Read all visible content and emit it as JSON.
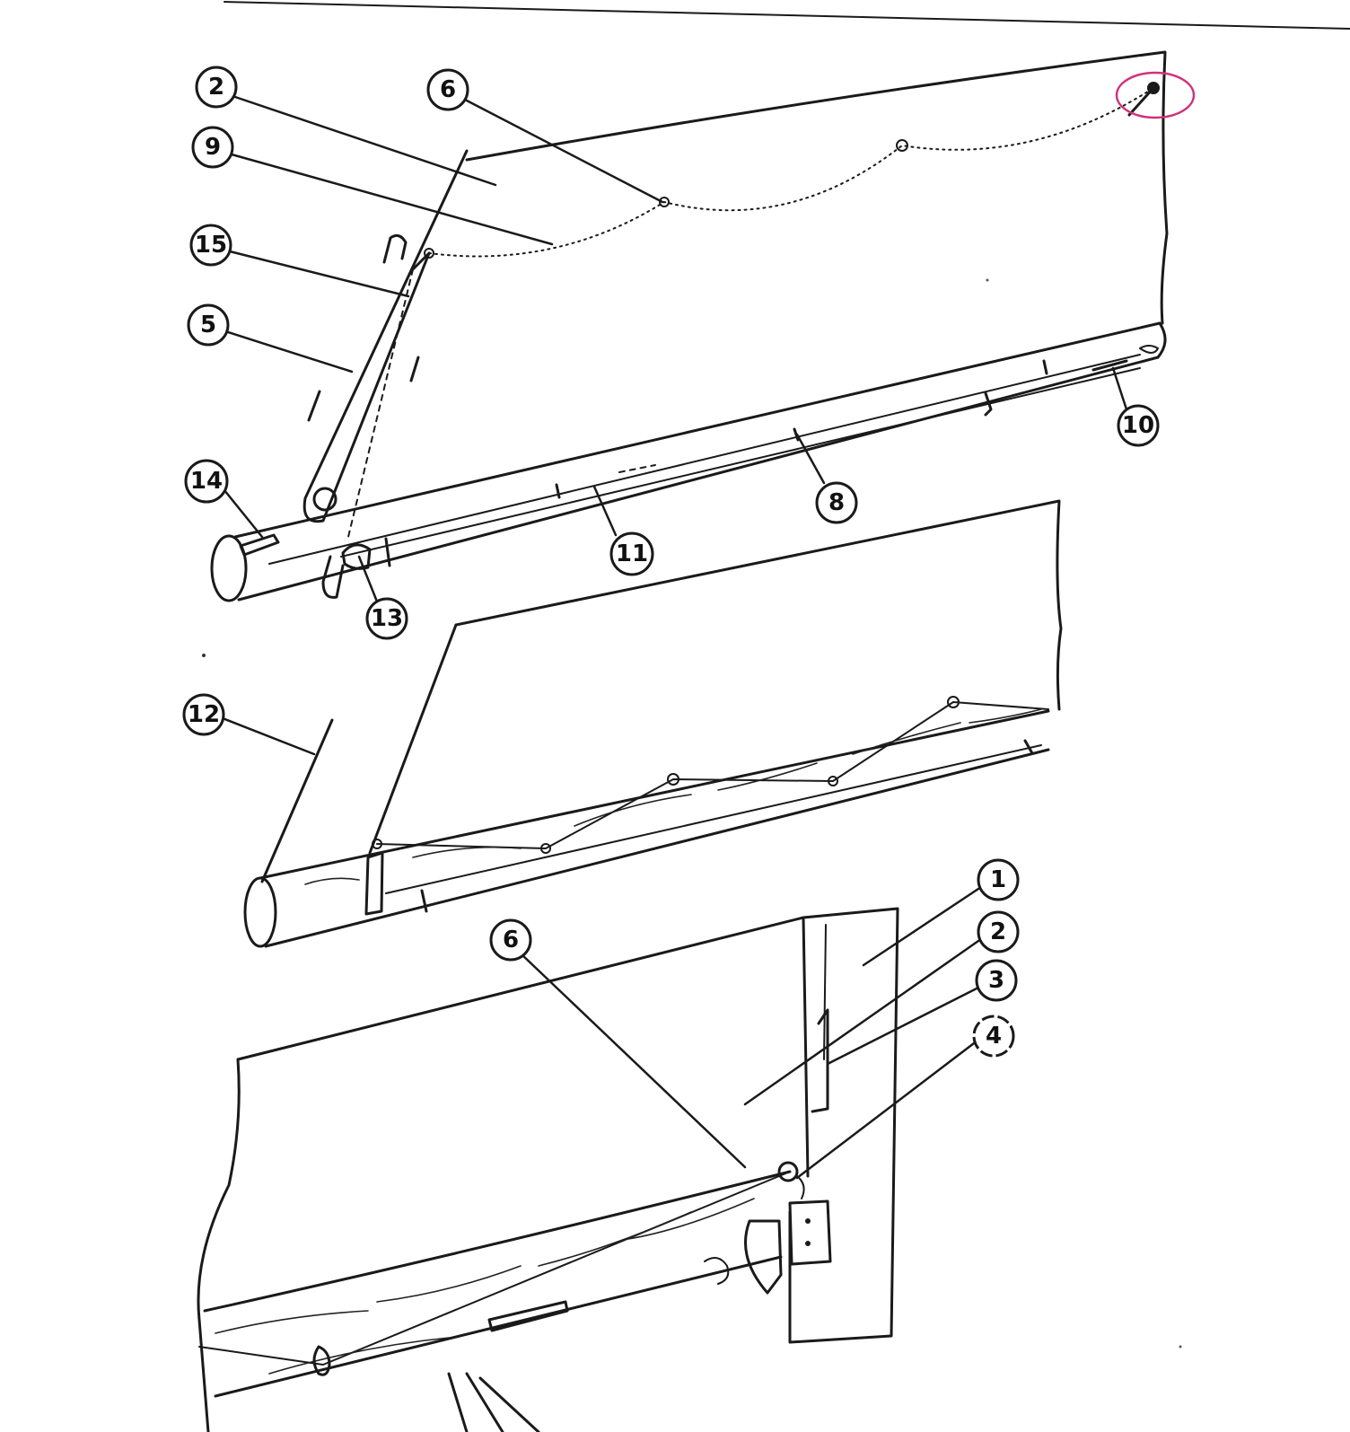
{
  "colors": {
    "ink": "#1a1a1a",
    "highlight": "#d0327a",
    "background": "#ffffff"
  },
  "callouts": {
    "top_2": "2",
    "top_6": "6",
    "top_9": "9",
    "top_15": "15",
    "top_5": "5",
    "top_14": "14",
    "top_13": "13",
    "top_11": "11",
    "top_8": "8",
    "top_10": "10",
    "mid_12": "12",
    "bot_6": "6",
    "bot_1": "1",
    "bot_2": "2",
    "bot_3": "3",
    "bot_4": "4"
  },
  "highlight": {
    "marked_part": "eyelet"
  }
}
